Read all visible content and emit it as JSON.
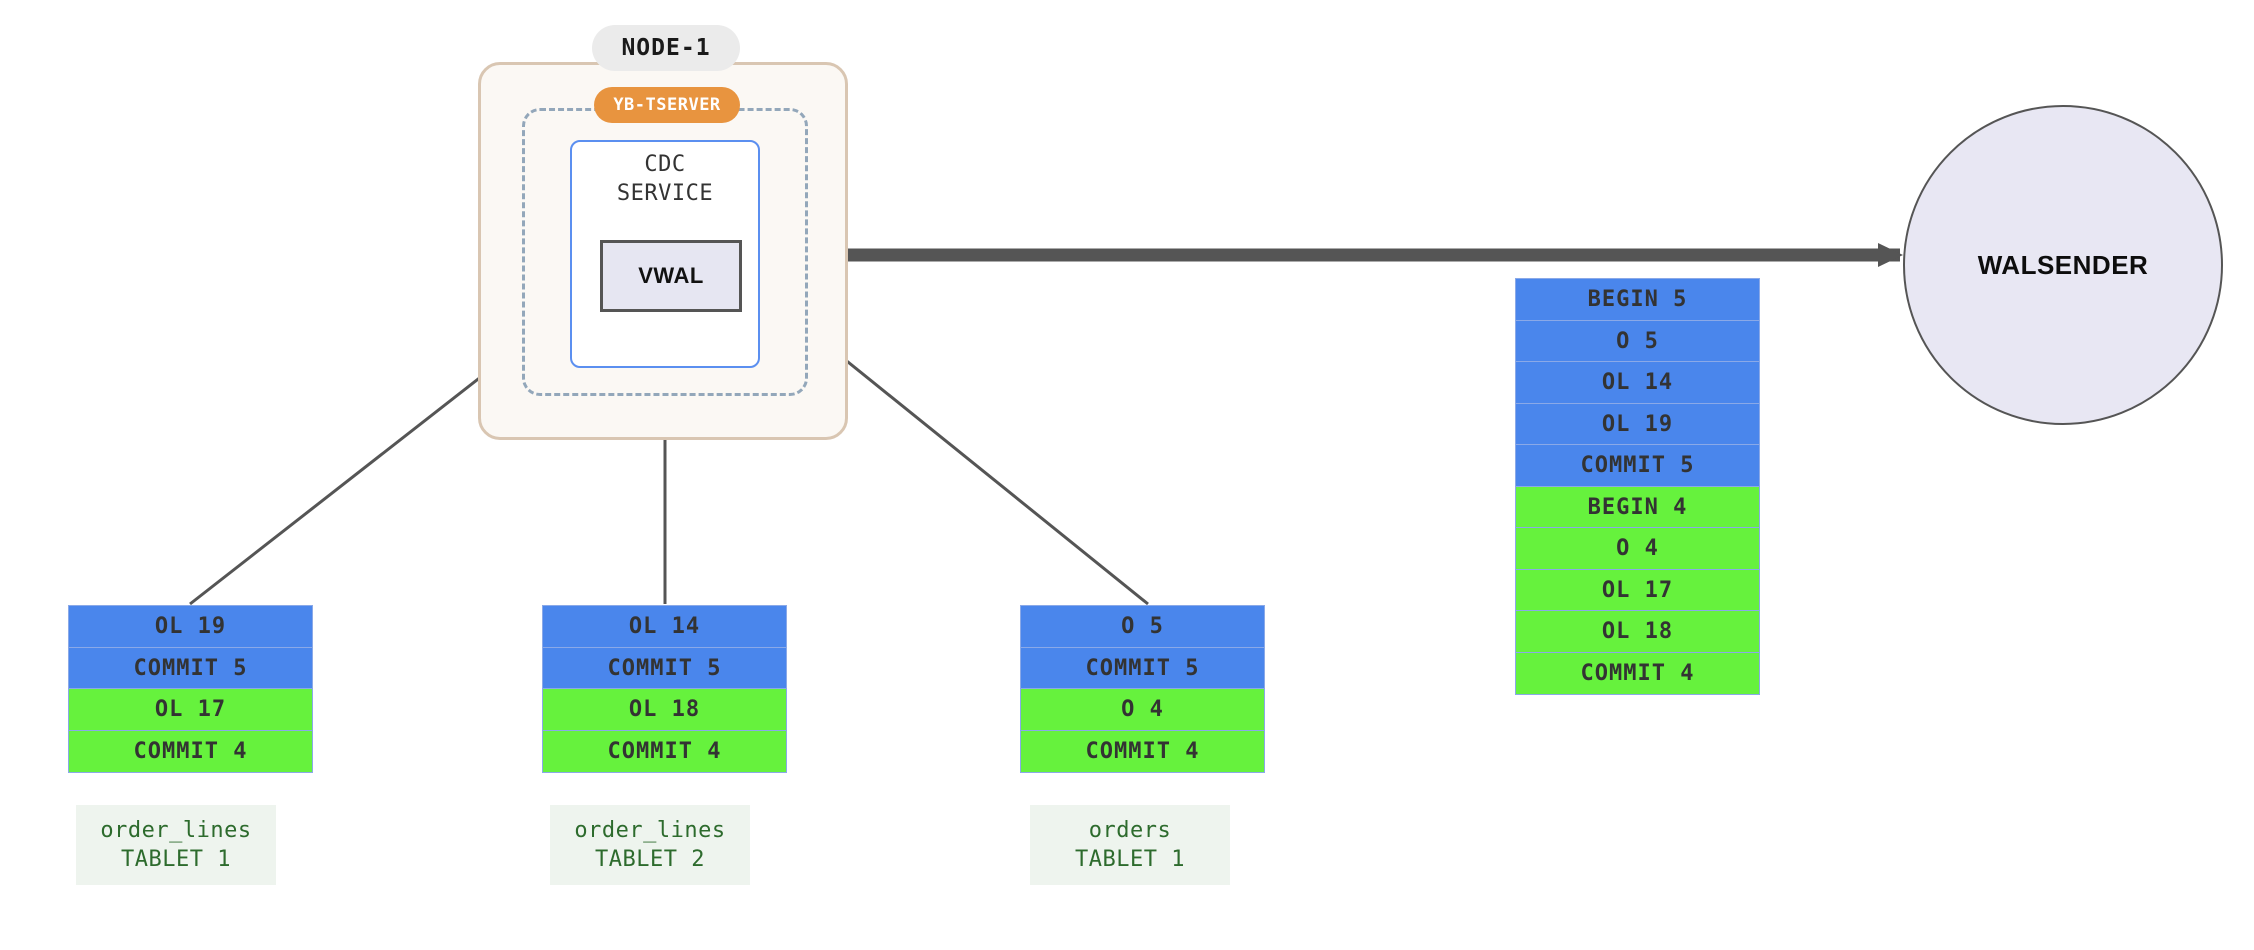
{
  "node": {
    "title": "NODE-1",
    "tserver_badge": "YB-TSERVER",
    "cdc_service_label": "CDC\nSERVICE",
    "vwal_label": "VWAL"
  },
  "consumer": {
    "label": "WALSENDER"
  },
  "colors": {
    "txn5_blue": "#4a86ec",
    "txn4_green": "#66f23d",
    "row_border": "#8aa9e8",
    "tserver_orange": "#e8943f",
    "node_border": "#d9c6b2",
    "node_fill": "#fbf8f4",
    "dashed_border": "#93a7ba",
    "cdc_border": "#5b8ff0",
    "vwal_fill": "#e6e6f2",
    "arrow": "#555555",
    "tablet_label_text": "#2d6b2d",
    "tablet_label_bg": "#eef4ee",
    "walsender_fill": "#e8e7f3"
  },
  "tablets": [
    {
      "name": "tablet-order-lines-1",
      "label_table": "order_lines",
      "label_tablet": "TABLET 1",
      "rows": [
        {
          "text": "OL 19",
          "color": "blue"
        },
        {
          "text": "COMMIT 5",
          "color": "blue"
        },
        {
          "text": "OL 17",
          "color": "green"
        },
        {
          "text": "COMMIT 4",
          "color": "green"
        }
      ]
    },
    {
      "name": "tablet-order-lines-2",
      "label_table": "order_lines",
      "label_tablet": "TABLET 2",
      "rows": [
        {
          "text": "OL 14",
          "color": "blue"
        },
        {
          "text": "COMMIT 5",
          "color": "blue"
        },
        {
          "text": "OL 18",
          "color": "green"
        },
        {
          "text": "COMMIT 4",
          "color": "green"
        }
      ]
    },
    {
      "name": "tablet-orders-1",
      "label_table": "orders",
      "label_tablet": "TABLET 1",
      "rows": [
        {
          "text": "O 5",
          "color": "blue"
        },
        {
          "text": "COMMIT 5",
          "color": "blue"
        },
        {
          "text": "O 4",
          "color": "green"
        },
        {
          "text": "COMMIT 4",
          "color": "green"
        }
      ]
    }
  ],
  "output_stream": {
    "rows": [
      {
        "text": "BEGIN 5",
        "color": "blue"
      },
      {
        "text": "O 5",
        "color": "blue"
      },
      {
        "text": "OL 14",
        "color": "blue"
      },
      {
        "text": "OL 19",
        "color": "blue"
      },
      {
        "text": "COMMIT 5",
        "color": "blue"
      },
      {
        "text": "BEGIN 4",
        "color": "green"
      },
      {
        "text": "O 4",
        "color": "green"
      },
      {
        "text": "OL 17",
        "color": "green"
      },
      {
        "text": "OL 18",
        "color": "green"
      },
      {
        "text": "COMMIT 4",
        "color": "green"
      }
    ]
  }
}
